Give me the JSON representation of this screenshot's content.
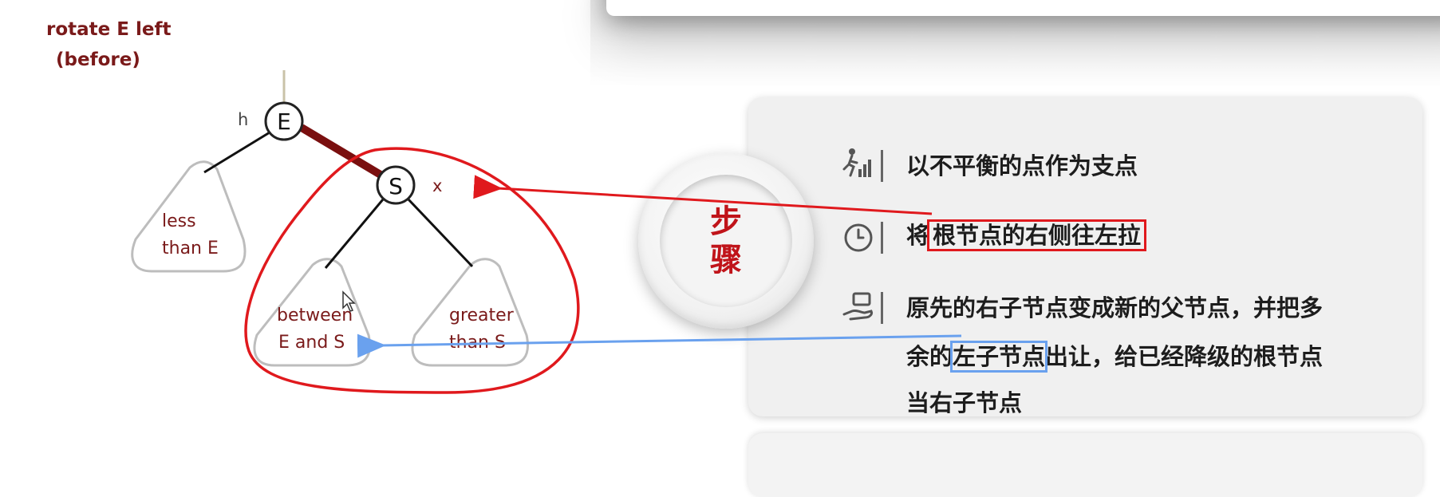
{
  "diagram": {
    "title_line1": "rotate E left",
    "title_line2": "(before)",
    "node_root": "E",
    "node_right": "S",
    "label_h": "h",
    "label_x": "x",
    "subtree_left_line1": "less",
    "subtree_left_line2": "than E",
    "subtree_mid_line1": "between",
    "subtree_mid_line2": "E and S",
    "subtree_right_line1": "greater",
    "subtree_right_line2": "than S"
  },
  "badge": {
    "char1": "步",
    "char2": "骤"
  },
  "steps": {
    "step1": {
      "icon": "step-progress-icon",
      "text": "以不平衡的点作为支点"
    },
    "step2": {
      "icon": "clock-icon",
      "prefix": "将",
      "highlight": "根节点的右侧往左拉"
    },
    "step3": {
      "icon": "hand-giving-icon",
      "line1": "原先的右子节点变成新的父节点，并把多",
      "line2_prefix": "余的",
      "line2_highlight": "左子节点",
      "line2_suffix": "出让，给已经降级的根节点",
      "line3": "当右子节点"
    }
  },
  "colors": {
    "red_annotation": "#e0191d",
    "blue_annotation": "#6aa1ee",
    "dark_red_link": "#7a0f0f",
    "badge_text": "#c0141a",
    "diagram_text": "#7a1a1a"
  }
}
